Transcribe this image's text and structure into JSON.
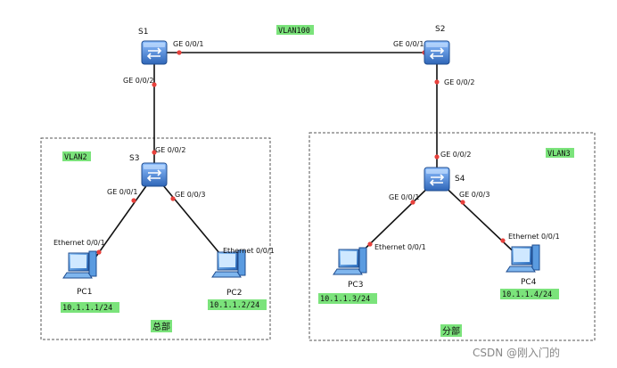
{
  "devices": {
    "s1": "S1",
    "s2": "S2",
    "s3": "S3",
    "s4": "S4",
    "pc1": "PC1",
    "pc2": "PC2",
    "pc3": "PC3",
    "pc4": "PC4"
  },
  "ports": {
    "s1_ge001": "GE 0/0/1",
    "s1_ge002": "GE 0/0/2",
    "s2_ge001": "GE 0/0/1",
    "s2_ge002": "GE 0/0/2",
    "s3_ge002": "GE 0/0/2",
    "s3_ge001": "GE 0/0/1",
    "s3_ge003": "GE 0/0/3",
    "s4_ge002": "GE 0/0/2",
    "s4_ge001": "GE 0/0/1",
    "s4_ge003": "GE 0/0/3",
    "pc1_eth": "Ethernet 0/0/1",
    "pc2_eth": "Ethernet 0/0/1",
    "pc3_eth": "Ethernet 0/0/1",
    "pc4_eth": "Ethernet 0/0/1"
  },
  "tags": {
    "vlan100": "VLAN100",
    "vlan2": "VLAN2",
    "vlan3": "VLAN3",
    "ip_pc1": "10.1.1.1/24",
    "ip_pc2": "10.1.1.2/24",
    "ip_pc3": "10.1.1.3/24",
    "ip_pc4": "10.1.1.4/24"
  },
  "areas": {
    "headquarters": "总部",
    "branch": "分部"
  },
  "watermark": "CSDN @刚入门的",
  "colors": {
    "tag_bg": "#7be37b",
    "port_dot": "#e8413c",
    "switch_blue": "#3f7fd0",
    "pc_blue": "#4a90d9",
    "link": "#111111",
    "area_border": "#555555"
  }
}
